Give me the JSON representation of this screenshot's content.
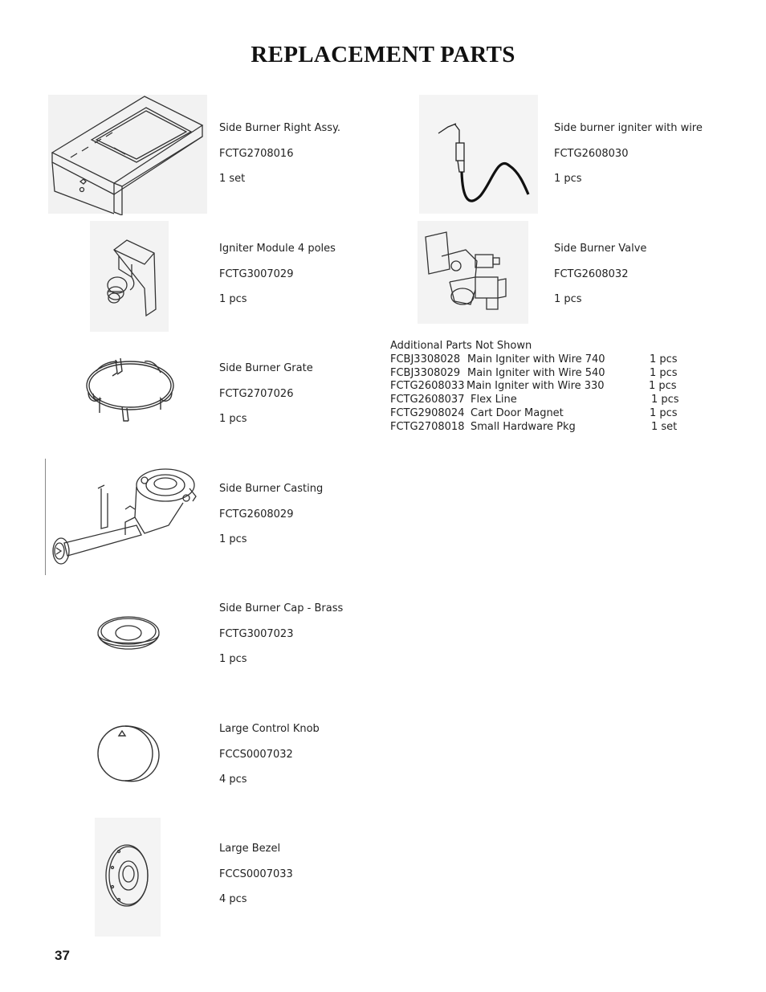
{
  "page": {
    "title": "REPLACEMENT PARTS",
    "page_number": "37"
  },
  "parts": [
    {
      "name": "Side Burner Right Assy.",
      "code": "FCTG2708016",
      "qty": "1 set",
      "icon": "side-burner-assembly-icon"
    },
    {
      "name": "Side burner igniter with wire",
      "code": "FCTG2608030",
      "qty": "1 pcs",
      "icon": "igniter-wire-icon"
    },
    {
      "name": "Igniter Module 4 poles",
      "code": "FCTG3007029",
      "qty": "1 pcs",
      "icon": "igniter-module-icon"
    },
    {
      "name": "Side Burner Valve",
      "code": "FCTG2608032",
      "qty": "1 pcs",
      "icon": "burner-valve-icon"
    },
    {
      "name": "Side Burner Grate",
      "code": "FCTG2707026",
      "qty": "1 pcs",
      "icon": "burner-grate-icon"
    },
    {
      "name": "Side Burner Casting",
      "code": "FCTG2608029",
      "qty": "1 pcs",
      "icon": "burner-casting-icon"
    },
    {
      "name": "Side Burner Cap - Brass",
      "code": "FCTG3007023",
      "qty": "1 pcs",
      "icon": "burner-cap-icon"
    },
    {
      "name": "Large Control Knob",
      "code": "FCCS0007032",
      "qty": "4 pcs",
      "icon": "control-knob-icon"
    },
    {
      "name": "Large Bezel",
      "code": "FCCS0007033",
      "qty": "4 pcs",
      "icon": "bezel-icon"
    }
  ],
  "additional": {
    "title": "Additional Parts Not Shown",
    "rows": [
      {
        "code": "FCBJ3308028",
        "desc": "Main Igniter with Wire 740",
        "qty": "1 pcs"
      },
      {
        "code": "FCBJ3308029",
        "desc": "Main Igniter with Wire 540",
        "qty": "1 pcs"
      },
      {
        "code": "FCTG2608033",
        "desc": "Main Igniter with Wire 330",
        "qty": "1 pcs"
      },
      {
        "code": "FCTG2608037",
        "desc": "Flex Line",
        "qty": "1 pcs"
      },
      {
        "code": "FCTG2908024",
        "desc": "Cart Door Magnet",
        "qty": "1 pcs"
      },
      {
        "code": "FCTG2708018",
        "desc": "Small Hardware Pkg",
        "qty": "1 set"
      }
    ]
  }
}
